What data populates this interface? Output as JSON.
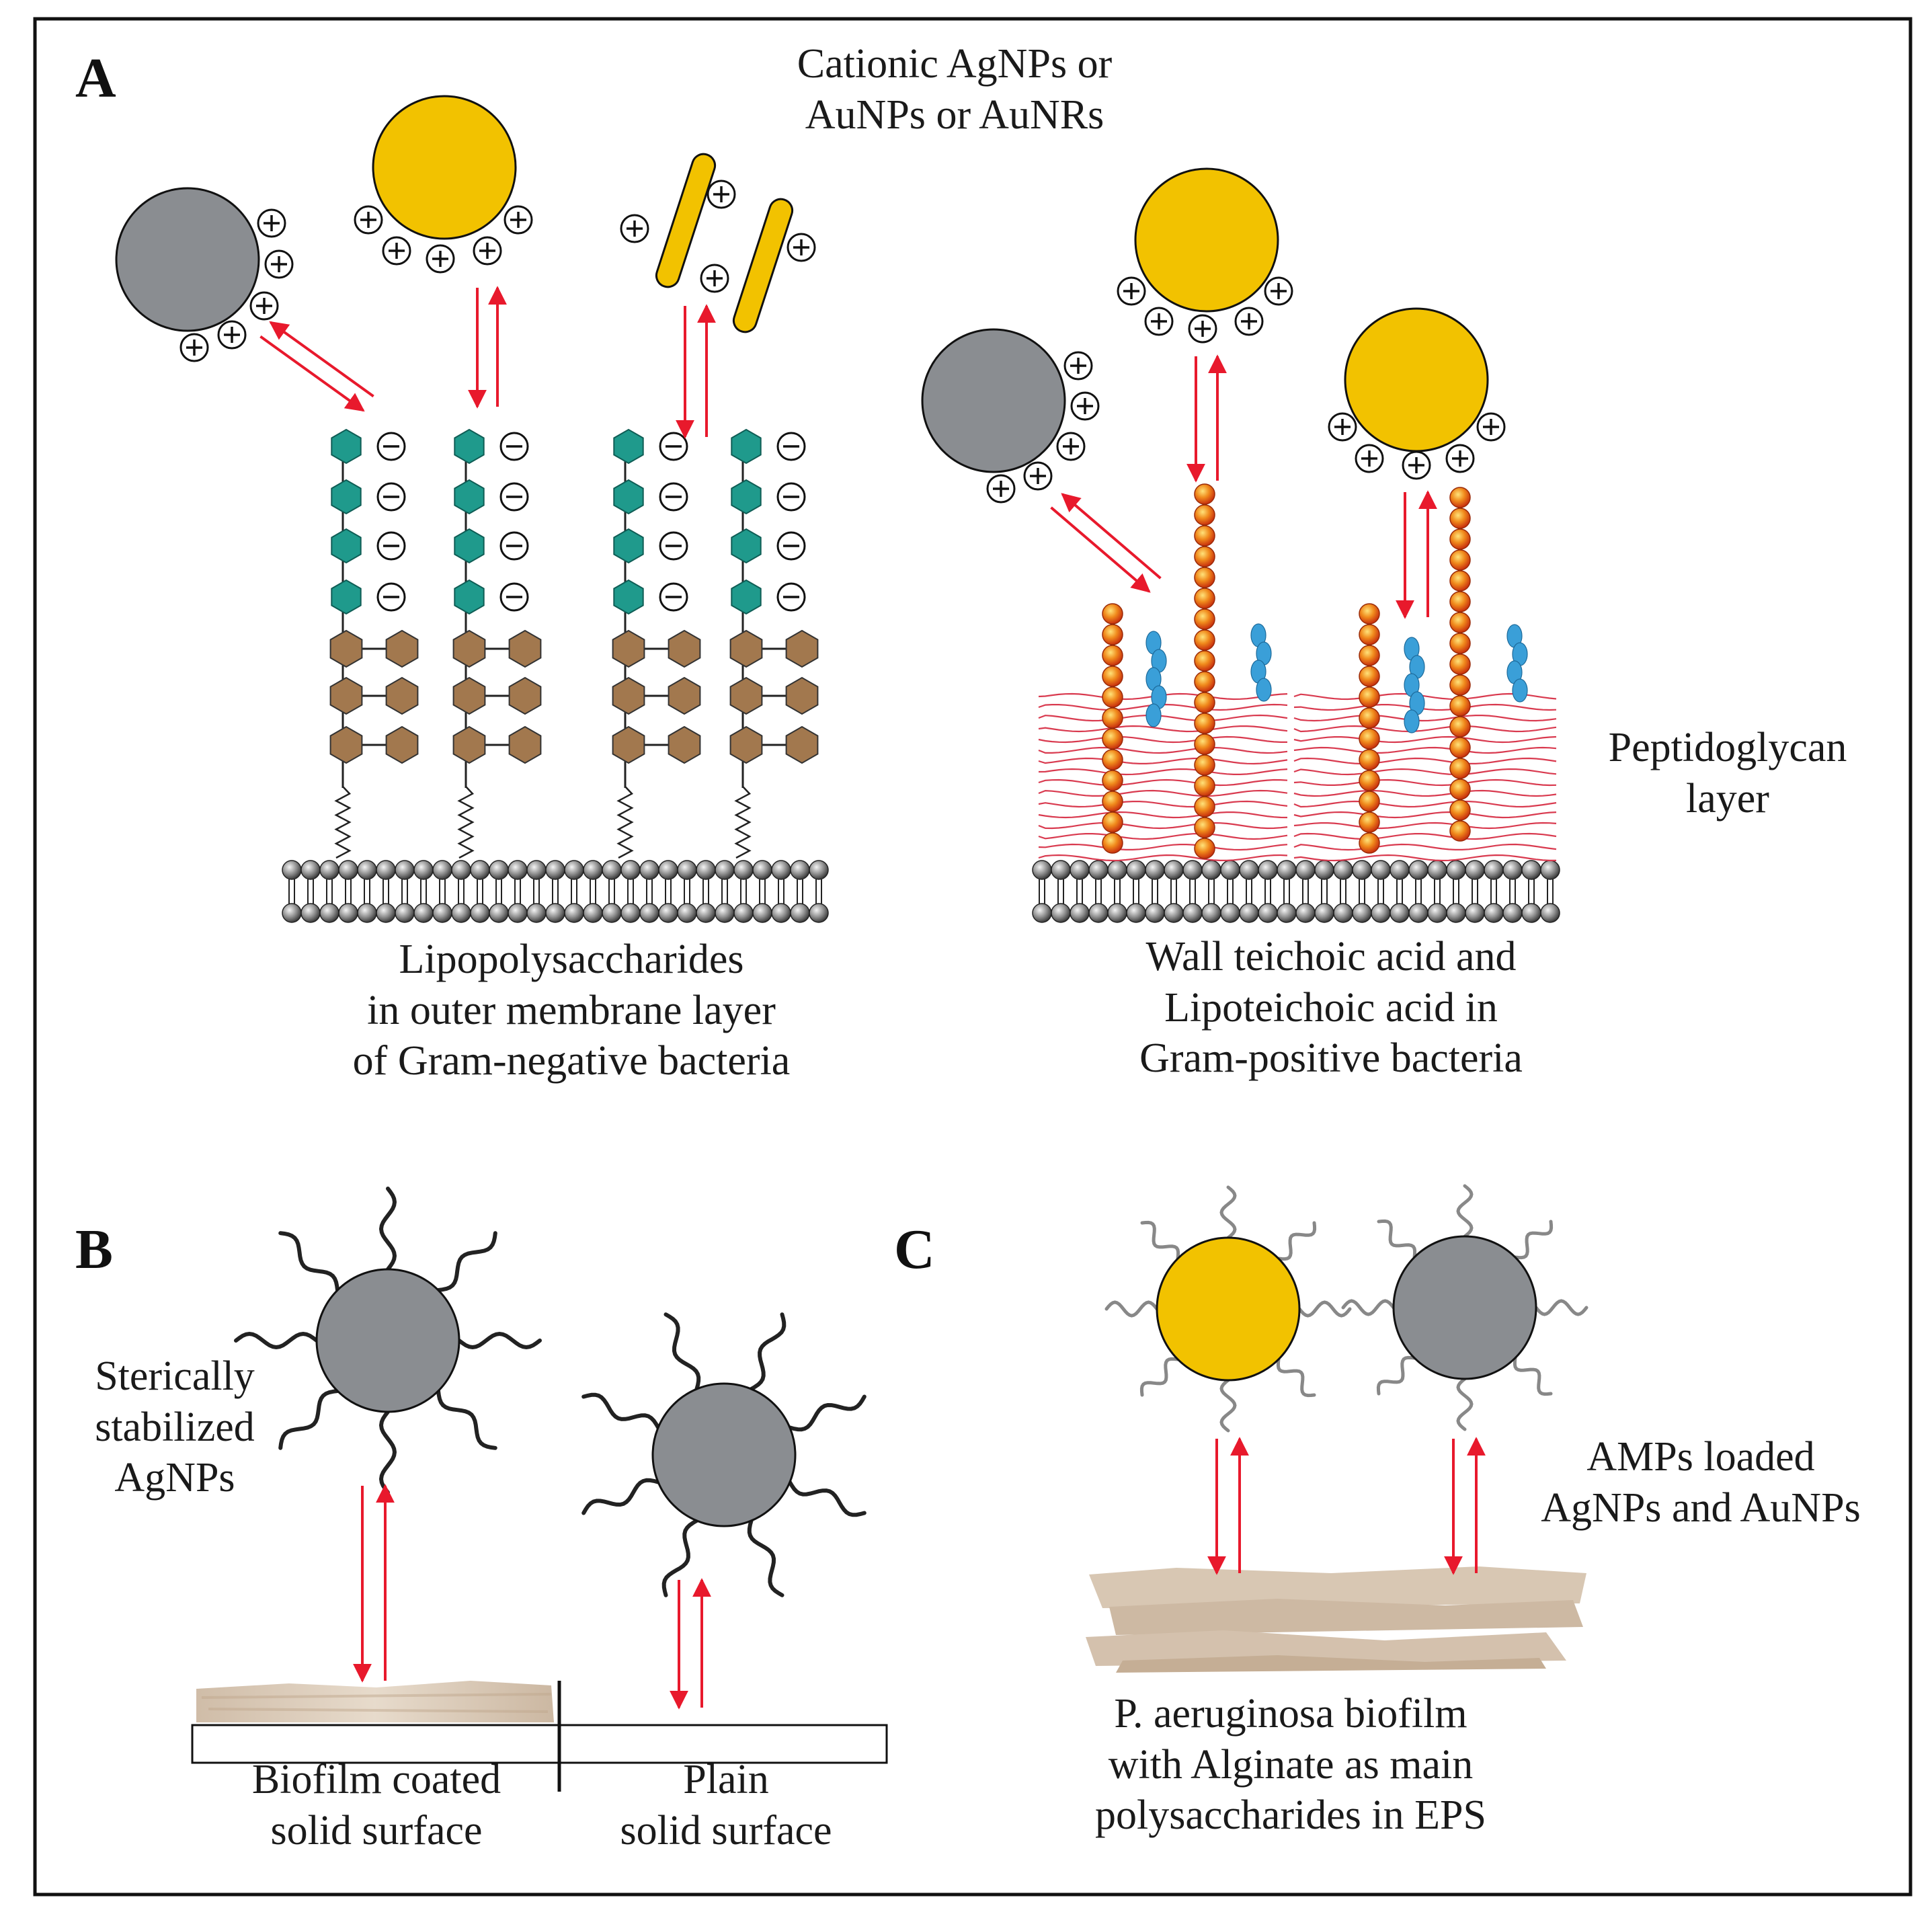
{
  "panels": {
    "a": {
      "letter": "A"
    },
    "b": {
      "letter": "B"
    },
    "c": {
      "letter": "C"
    }
  },
  "labels": {
    "cationic_1": "Cationic AgNPs or",
    "cationic_2": "AuNPs or AuNRs",
    "peptidoglycan_1": "Peptidoglycan",
    "peptidoglycan_2": "layer",
    "lps_1": "Lipopolysaccharides",
    "lps_2": "in outer membrane layer",
    "lps_3": "of Gram-negative bacteria",
    "wta_1": "Wall teichoic acid and",
    "wta_2": "Lipoteichoic acid in",
    "wta_3": "Gram-positive bacteria",
    "steric_1": "Sterically",
    "steric_2": "stabilized",
    "steric_3": "AgNPs",
    "biofilm_coated_1": "Biofilm coated",
    "biofilm_coated_2": "solid surface",
    "plain_1": "Plain",
    "plain_2": "solid surface",
    "amps_1": "AMPs loaded",
    "amps_2": "AgNPs and AuNPs",
    "paer_1": "P. aeruginosa biofilm",
    "paer_2": "with Alginate as main",
    "paer_3": "polysaccharides in EPS"
  },
  "glyphs": {
    "plus": "+",
    "minus": "−"
  },
  "colors": {
    "silver": "#8a8d91",
    "gold": "#f2c200",
    "teal": "#1f9a8c",
    "brown": "#a2784e",
    "arrow_red": "#e8192c",
    "peptidoglycan": "#d93a4f",
    "teichoic_orange": "#f07c1e",
    "lipoteichoic_blue": "#3a9fd8",
    "biofilm": "#d9c9b7"
  }
}
